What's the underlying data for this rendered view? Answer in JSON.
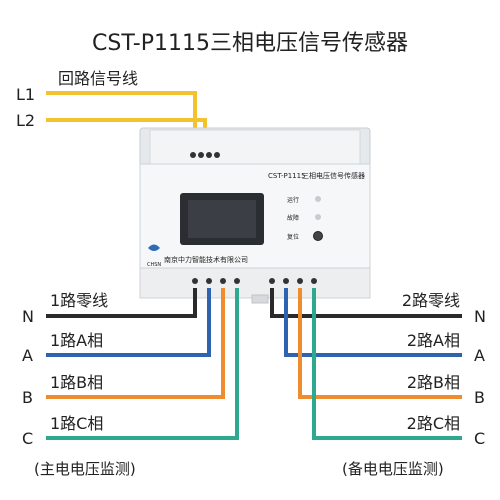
{
  "title": "CST-P1115三相电压信号传感器",
  "loop_signal_label": "回路信号线",
  "inputs": {
    "l1": "L1",
    "l2": "L2"
  },
  "device": {
    "model": "CST-P1115",
    "product_name": "三相电压信号传感器",
    "company": "南京中力智能技术有限公司",
    "brand": "CHSN",
    "leds": [
      {
        "label": "运行"
      },
      {
        "label": "故障"
      }
    ],
    "reset_label": "复位"
  },
  "left_wires": [
    {
      "phase": "N",
      "label": "1路零线",
      "color": "#2a2a2a"
    },
    {
      "phase": "A",
      "label": "1路A相",
      "color": "#2e63b0"
    },
    {
      "phase": "B",
      "label": "1路B相",
      "color": "#ee8c2e"
    },
    {
      "phase": "C",
      "label": "1路C相",
      "color": "#2ea88f"
    }
  ],
  "right_wires": [
    {
      "phase": "N",
      "label": "2路零线",
      "color": "#2a2a2a"
    },
    {
      "phase": "A",
      "label": "2路A相",
      "color": "#2e63b0"
    },
    {
      "phase": "B",
      "label": "2路B相",
      "color": "#ee8c2e"
    },
    {
      "phase": "C",
      "label": "2路C相",
      "color": "#2ea88f"
    }
  ],
  "captions": {
    "main": "(主电电压监测)",
    "backup": "(备电电压监测)"
  },
  "colors": {
    "signal_wire": "#f2c32e",
    "device_body": "#eef0f2"
  }
}
